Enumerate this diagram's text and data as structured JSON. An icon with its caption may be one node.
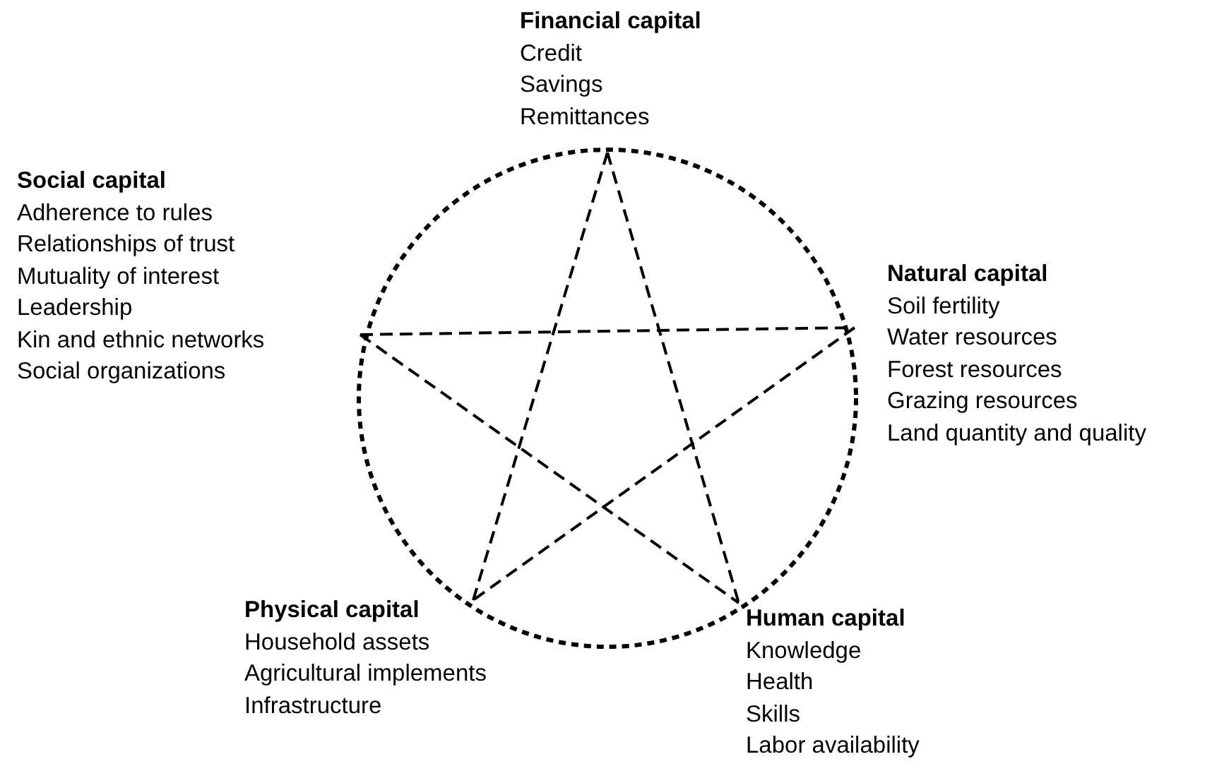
{
  "diagram": {
    "nodes": [
      {
        "text": [
          "Financial capital",
          "Credit",
          "Savings",
          "Remittances"
        ]
      },
      {
        "text": [
          "Social capital",
          "Adherence to rules",
          "Relationships of trust",
          "Mutuality of interest",
          "Leadership",
          "Kin and ethnic networks",
          "Social organizations"
        ]
      },
      {
        "text": [
          "Natural capital",
          "Soil fertility",
          "Water resources",
          "Forest resources",
          "Grazing resources",
          "Land quantity and quality"
        ]
      },
      {
        "text": [
          "Physical capital",
          "Household assets",
          "Agricultural implements",
          "Infrastructure"
        ]
      },
      {
        "text": [
          "Human capital",
          "Knowledge",
          "Health",
          "Skills",
          "Labor availability"
        ]
      }
    ],
    "edges": [
      {
        "from": 0,
        "to": 3,
        "arrow": "none",
        "style": "dashed"
      },
      {
        "from": 0,
        "to": 4,
        "arrow": "none",
        "style": "dashed"
      },
      {
        "from": 1,
        "to": 2,
        "arrow": "none",
        "style": "dashed"
      },
      {
        "from": 1,
        "to": 4,
        "arrow": "none",
        "style": "dashed"
      },
      {
        "from": 2,
        "to": 3,
        "arrow": "none",
        "style": "dashed"
      }
    ]
  }
}
